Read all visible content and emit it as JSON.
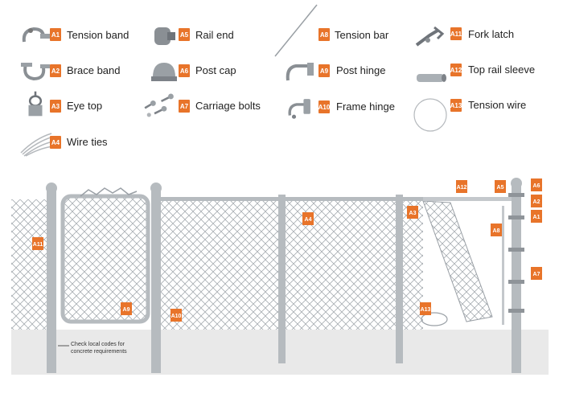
{
  "legend": [
    {
      "code": "A1",
      "label": "Tension band",
      "icon": "tension-band-icon"
    },
    {
      "code": "A2",
      "label": "Brace band",
      "icon": "brace-band-icon"
    },
    {
      "code": "A3",
      "label": "Eye top",
      "icon": "eye-top-icon"
    },
    {
      "code": "A4",
      "label": "Wire ties",
      "icon": "wire-ties-icon"
    },
    {
      "code": "A5",
      "label": "Rail end",
      "icon": "rail-end-icon"
    },
    {
      "code": "A6",
      "label": "Post cap",
      "icon": "post-cap-icon"
    },
    {
      "code": "A7",
      "label": "Carriage bolts",
      "icon": "carriage-bolts-icon"
    },
    {
      "code": "A8",
      "label": "Tension bar",
      "icon": "tension-bar-icon"
    },
    {
      "code": "A9",
      "label": "Post hinge",
      "icon": "post-hinge-icon"
    },
    {
      "code": "A10",
      "label": "Frame hinge",
      "icon": "frame-hinge-icon"
    },
    {
      "code": "A11",
      "label": "Fork latch",
      "icon": "fork-latch-icon"
    },
    {
      "code": "A12",
      "label": "Top rail sleeve",
      "icon": "top-rail-sleeve-icon"
    },
    {
      "code": "A13",
      "label": "Tension wire",
      "icon": "tension-wire-icon"
    }
  ],
  "diagram": {
    "callouts": [
      "A11",
      "A9",
      "A10",
      "A4",
      "A3",
      "A12",
      "A5",
      "A6",
      "A2",
      "A1",
      "A8",
      "A7",
      "A13"
    ],
    "concrete_note": "Check local codes for concrete requirements"
  },
  "colors": {
    "accent": "#e8742a",
    "metal": "#a9adb1",
    "mesh": "#9aa0a6",
    "ground": "#e9e9e9"
  }
}
